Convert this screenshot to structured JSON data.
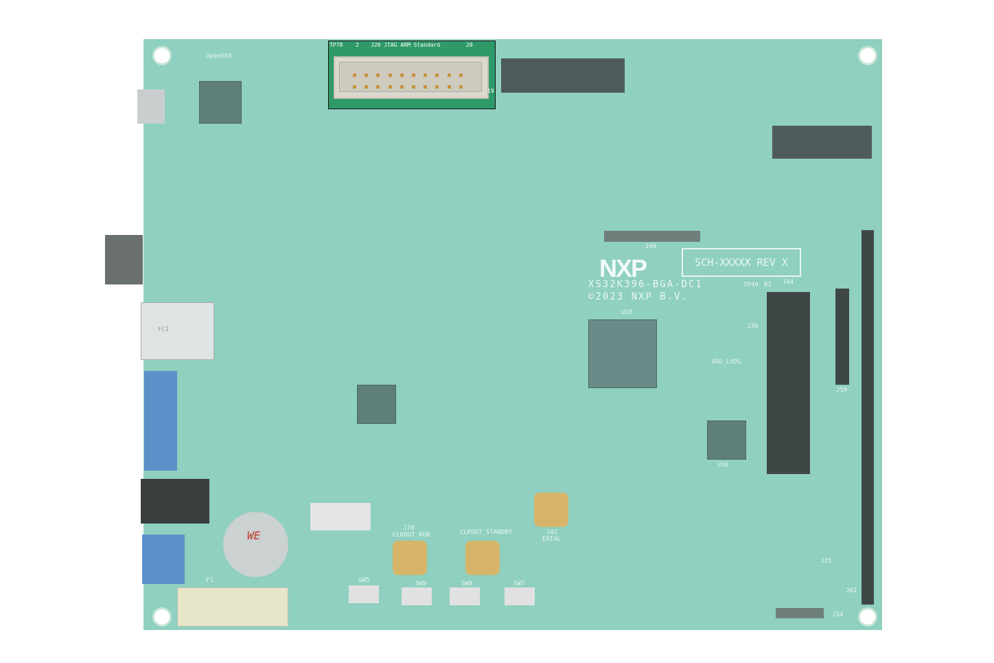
{
  "board": {
    "logo": "NXP",
    "schematic_box": "SCH-XXXXX REV X",
    "board_name": "XS32K396-BGA-DC1",
    "copyright": "©2023 NXP B.V.",
    "colors": {
      "pcb": "#8fd0c0",
      "highlight": "#2f9a68"
    }
  },
  "jtag": {
    "title": "J20 JTAG ARM Standard",
    "pin_left": "2",
    "pin_right": "20",
    "pin_bottom": "19",
    "tp": "TP78"
  },
  "labels": {
    "u10": "U10",
    "j40": "J40",
    "j44": "J44",
    "tp49": "TP49",
    "b1": "B1",
    "j58": "J58",
    "j62": "J62",
    "j34": "J34",
    "opensda": "OpenSDA",
    "fci": "FCI",
    "j42": "J42",
    "j42b": "EXTAL",
    "j70": "J70",
    "j70b": "CLKOUT_RUN",
    "j69": "CLKOUT_STANDBY",
    "sw5": "SW5",
    "sw9": "SW9",
    "sw8": "SW8",
    "sw7": "SW7",
    "f1": "F1",
    "vdd_lvds": "VDD_LVDS",
    "we": "WE",
    "j35": "J35",
    "u16": "U16",
    "j30": "J30"
  }
}
